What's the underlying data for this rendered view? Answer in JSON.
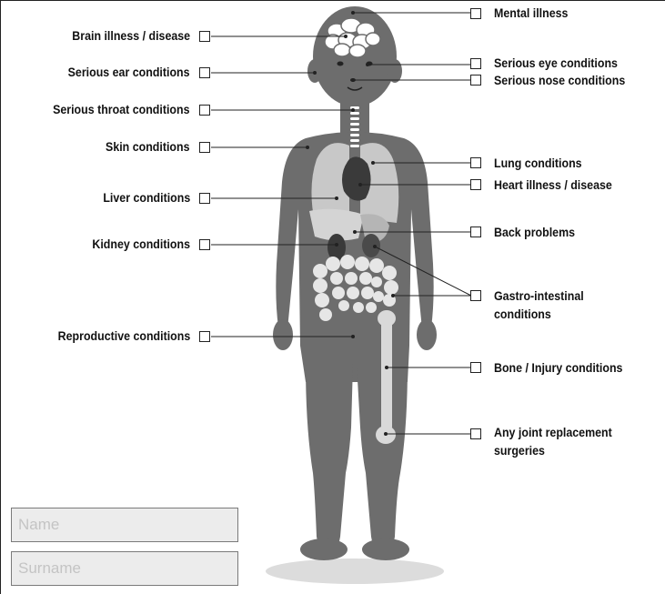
{
  "conditions_left": [
    {
      "id": "brain",
      "label": "Brain illness / disease"
    },
    {
      "id": "ear",
      "label": "Serious ear conditions"
    },
    {
      "id": "throat",
      "label": "Serious throat conditions"
    },
    {
      "id": "skin",
      "label": "Skin conditions"
    },
    {
      "id": "liver",
      "label": "Liver conditions"
    },
    {
      "id": "kidney",
      "label": "Kidney conditions"
    },
    {
      "id": "reproductive",
      "label": "Reproductive conditions"
    }
  ],
  "conditions_right": [
    {
      "id": "mental",
      "label": "Mental illness"
    },
    {
      "id": "eye",
      "label": "Serious eye conditions"
    },
    {
      "id": "nose",
      "label": "Serious nose conditions"
    },
    {
      "id": "lung",
      "label": "Lung conditions"
    },
    {
      "id": "heart",
      "label": "Heart illness / disease"
    },
    {
      "id": "back",
      "label": "Back problems"
    },
    {
      "id": "gastro",
      "label": "Gastro-intestinal",
      "label2": "conditions"
    },
    {
      "id": "bone",
      "label": "Bone / Injury conditions"
    },
    {
      "id": "joint",
      "label": "Any joint replacement",
      "label2": "surgeries"
    }
  ],
  "form": {
    "name": {
      "value": "",
      "placeholder": "Name"
    },
    "surname": {
      "value": "",
      "placeholder": "Surname"
    }
  },
  "colors": {
    "body": "#6d6d6d",
    "organ_light": "#c8c8c8",
    "organ_dark": "#3a3a3a",
    "bone": "#d9d9d9"
  }
}
